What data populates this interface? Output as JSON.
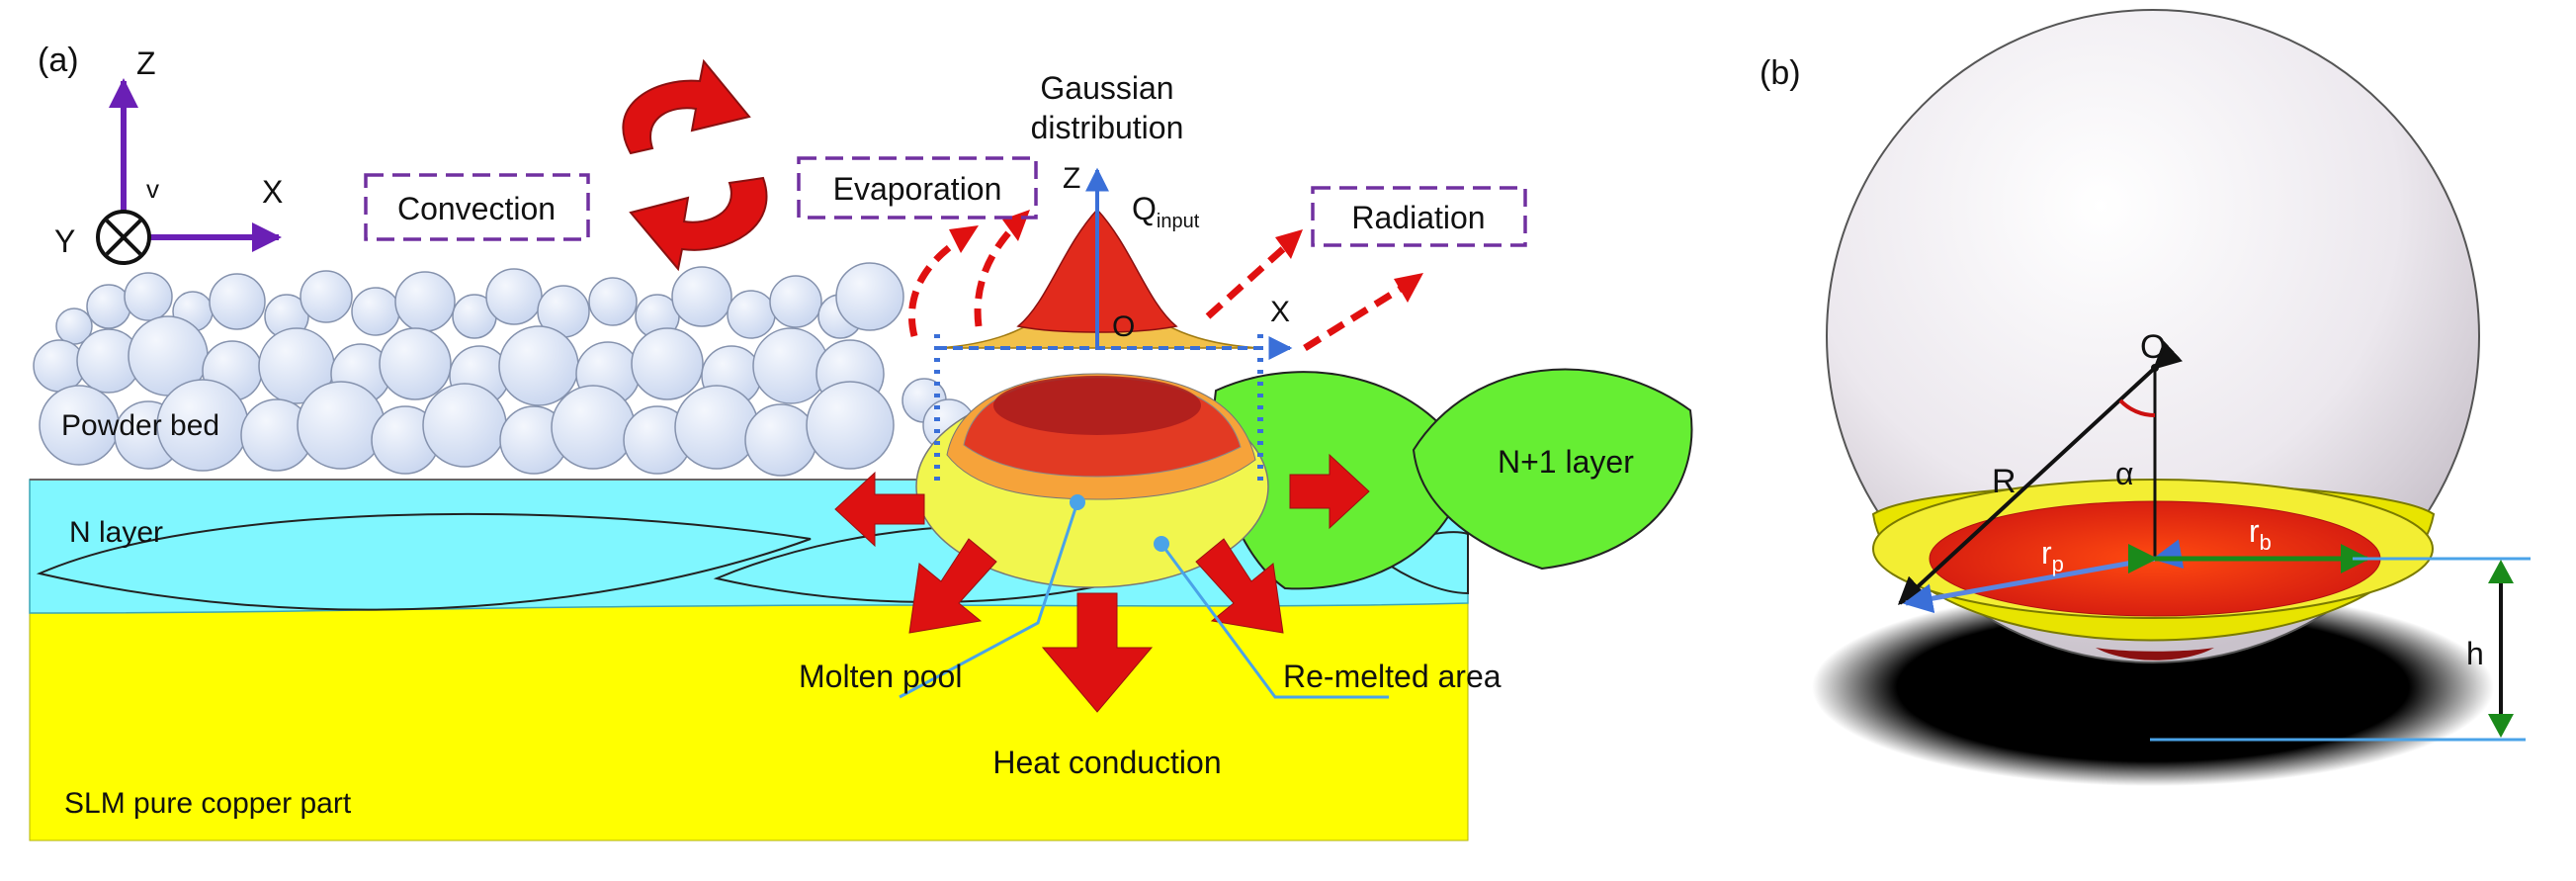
{
  "panel_a": {
    "tag": "(a)",
    "axes": {
      "z": "Z",
      "x": "X",
      "y": "Y",
      "v": "v"
    },
    "labels": {
      "convection": "Convection",
      "evaporation": "Evaporation",
      "radiation": "Radiation",
      "gaussian_line1": "Gaussian",
      "gaussian_line2": "distribution",
      "q_main": "Q",
      "q_sub": "input",
      "beam_z": "Z",
      "beam_x": "X",
      "origin": "O",
      "powder_bed": "Powder bed",
      "n_layer": "N layer",
      "n1_layer": "N+1 layer",
      "molten_pool": "Molten pool",
      "remelted_area": "Re-melted area",
      "heat_conduction": "Heat conduction",
      "part": "SLM pure copper part"
    }
  },
  "panel_b": {
    "tag": "(b)",
    "labels": {
      "origin": "O",
      "R": "R",
      "alpha": "α",
      "rp_main": "r",
      "rp_sub": "p",
      "rb_main": "r",
      "rb_sub": "b",
      "h": "h"
    }
  },
  "colors": {
    "substrate_yellow": "#ffff00",
    "layer_cyan": "#80f7ff",
    "new_layer_green": "#66ee33",
    "powder": "#dde6f8",
    "heat_red": "#dd1111",
    "label_box_purple": "#7030a0",
    "axis_purple": "#6a1fb5",
    "beam_blue": "#3a6fd8"
  }
}
